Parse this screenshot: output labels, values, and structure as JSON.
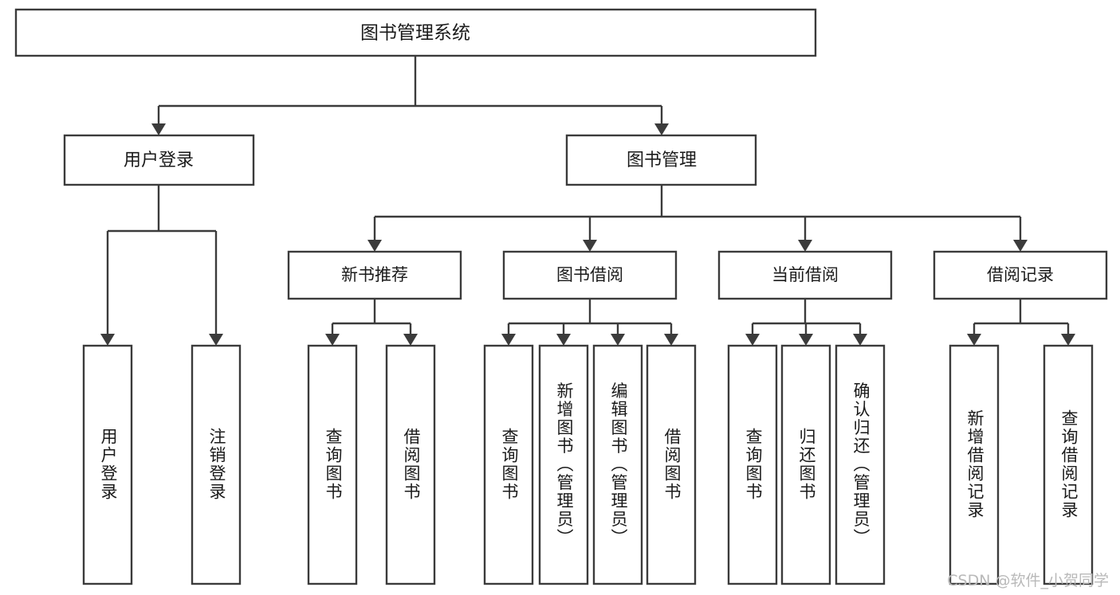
{
  "diagram": {
    "type": "tree-hierarchy-chart",
    "title": "图书管理系统",
    "levels": [
      {
        "level": 1,
        "nodes": [
          {
            "id": "root",
            "label": "图书管理系统"
          }
        ]
      },
      {
        "level": 2,
        "nodes": [
          {
            "id": "user-login",
            "label": "用户登录",
            "parent": "root"
          },
          {
            "id": "book-management",
            "label": "图书管理",
            "parent": "root"
          }
        ]
      },
      {
        "level": 3,
        "nodes": [
          {
            "id": "new-book-recommend",
            "label": "新书推荐",
            "parent": "book-management"
          },
          {
            "id": "book-borrow",
            "label": "图书借阅",
            "parent": "book-management"
          },
          {
            "id": "current-borrow",
            "label": "当前借阅",
            "parent": "book-management"
          },
          {
            "id": "borrow-record",
            "label": "借阅记录",
            "parent": "book-management"
          }
        ]
      },
      {
        "level": 4,
        "nodes": [
          {
            "id": "leaf-user-login",
            "label": "用户登录",
            "parent": "user-login"
          },
          {
            "id": "leaf-user-logout",
            "label": "注销登录",
            "parent": "user-login"
          },
          {
            "id": "leaf-query-book-1",
            "label": "查询图书",
            "parent": "new-book-recommend"
          },
          {
            "id": "leaf-borrow-book-1",
            "label": "借阅图书",
            "parent": "new-book-recommend"
          },
          {
            "id": "leaf-query-book-2",
            "label": "查询图书",
            "parent": "book-borrow"
          },
          {
            "id": "leaf-add-book",
            "label": "新增图书（管理员）",
            "parent": "book-borrow"
          },
          {
            "id": "leaf-edit-book",
            "label": "编辑图书（管理员）",
            "parent": "book-borrow"
          },
          {
            "id": "leaf-borrow-book-2",
            "label": "借阅图书",
            "parent": "book-borrow"
          },
          {
            "id": "leaf-query-book-3",
            "label": "查询图书",
            "parent": "current-borrow"
          },
          {
            "id": "leaf-return-book",
            "label": "归还图书",
            "parent": "current-borrow"
          },
          {
            "id": "leaf-confirm-return",
            "label": "确认归还（管理员）",
            "parent": "current-borrow"
          },
          {
            "id": "leaf-add-record",
            "label": "新增借阅记录",
            "parent": "borrow-record"
          },
          {
            "id": "leaf-query-record",
            "label": "查询借阅记录",
            "parent": "borrow-record"
          }
        ]
      }
    ]
  },
  "watermark": {
    "text": "CSDN @软件_小贺同学"
  },
  "colors": {
    "box_stroke": "#3b3b3b",
    "box_fill": "#ffffff",
    "text": "#1a1a1a",
    "background": "#ffffff",
    "watermark": "#b9b9b9"
  }
}
